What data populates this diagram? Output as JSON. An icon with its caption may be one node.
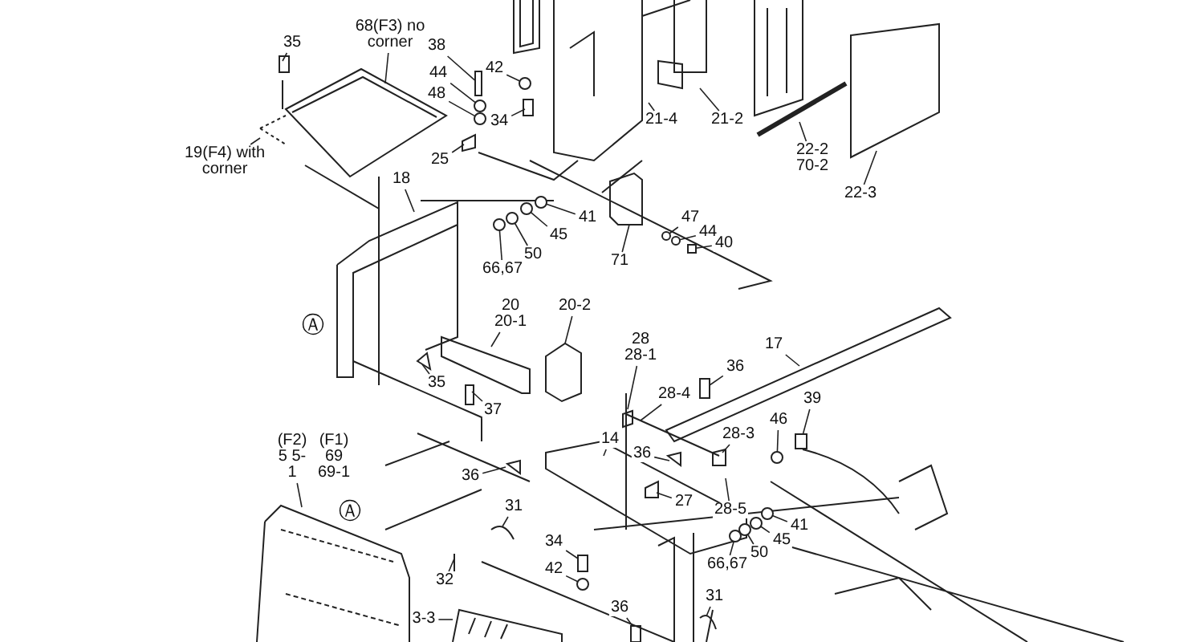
{
  "diagram": {
    "nodes": [
      {
        "text": [
          "35"
        ]
      },
      {
        "text": [
          "68(F3) no corner"
        ]
      },
      {
        "text": [
          "38"
        ]
      },
      {
        "text": [
          "42"
        ]
      },
      {
        "text": [
          "44"
        ]
      },
      {
        "text": [
          "48"
        ]
      },
      {
        "text": [
          "34"
        ]
      },
      {
        "text": [
          "19(F4) with corner"
        ]
      },
      {
        "text": [
          "25"
        ]
      },
      {
        "text": [
          "21-4"
        ]
      },
      {
        "text": [
          "21-2"
        ]
      },
      {
        "text": [
          "22-2 70-2"
        ]
      },
      {
        "text": [
          "22-3"
        ]
      },
      {
        "text": [
          "18"
        ]
      },
      {
        "text": [
          "41"
        ]
      },
      {
        "text": [
          "45"
        ]
      },
      {
        "text": [
          "50"
        ]
      },
      {
        "text": [
          "66,67"
        ]
      },
      {
        "text": [
          "71"
        ]
      },
      {
        "text": [
          "47"
        ]
      },
      {
        "text": [
          "44"
        ]
      },
      {
        "text": [
          "40"
        ]
      },
      {
        "text": [
          "20 20-1"
        ]
      },
      {
        "text": [
          "20-2"
        ]
      },
      {
        "text": [
          "35"
        ]
      },
      {
        "text": [
          "37"
        ]
      },
      {
        "text": [
          "28 28-1"
        ]
      },
      {
        "text": [
          "17"
        ]
      },
      {
        "text": [
          "36"
        ]
      },
      {
        "text": [
          "28-4"
        ]
      },
      {
        "text": [
          "14"
        ]
      },
      {
        "text": [
          "36"
        ]
      },
      {
        "text": [
          "28-3"
        ]
      },
      {
        "text": [
          "46"
        ]
      },
      {
        "text": [
          "39"
        ]
      },
      {
        "text": [
          "27"
        ]
      },
      {
        "text": [
          "(F2) 5 5-1"
        ]
      },
      {
        "text": [
          "(F1) 69 69-1"
        ]
      },
      {
        "text": [
          "36"
        ]
      },
      {
        "text": [
          "31"
        ]
      },
      {
        "text": [
          "28-5"
        ]
      },
      {
        "text": [
          "41"
        ]
      },
      {
        "text": [
          "45"
        ]
      },
      {
        "text": [
          "50"
        ]
      },
      {
        "text": [
          "66,67"
        ]
      },
      {
        "text": [
          "34"
        ]
      },
      {
        "text": [
          "42"
        ]
      },
      {
        "text": [
          "32"
        ]
      },
      {
        "text": [
          "31"
        ]
      },
      {
        "text": [
          "3-3"
        ]
      },
      {
        "text": [
          "36"
        ]
      },
      {
        "text": [],
        "shape": "box"
      },
      {
        "text": [],
        "shape": "circle"
      },
      {
        "text": [],
        "shape": "circle"
      },
      {
        "text": [],
        "shape": "circle"
      },
      {
        "text": [],
        "shape": "circle"
      },
      {
        "text": [],
        "shape": "circle"
      },
      {
        "text": [],
        "shape": "circle"
      },
      {
        "text": [],
        "shape": "circle"
      },
      {
        "text": [],
        "shape": "circle"
      },
      {
        "text": [],
        "shape": "circle"
      },
      {
        "text": [],
        "shape": "box"
      },
      {
        "text": [],
        "shape": "circle"
      },
      {
        "text": [],
        "shape": "box"
      },
      {
        "text": [],
        "shape": "circle"
      },
      {
        "text": [],
        "shape": "circle"
      },
      {
        "text": [],
        "shape": "circle"
      },
      {
        "text": [],
        "shape": "circle"
      },
      {
        "text": [],
        "shape": "circle"
      }
    ],
    "edges": [
      {
        "from": 0,
        "to": null,
        "arrow": "none"
      },
      {
        "from": 1,
        "to": null,
        "arrow": "none"
      },
      {
        "from": 2,
        "to": 51,
        "arrow": "none"
      },
      {
        "from": 3,
        "to": 52,
        "arrow": "none"
      },
      {
        "from": 4,
        "to": 53,
        "arrow": "none"
      },
      {
        "from": 5,
        "to": 54,
        "arrow": "none"
      },
      {
        "from": 6,
        "to": null,
        "arrow": "none"
      },
      {
        "from": 7,
        "to": null,
        "arrow": "none"
      },
      {
        "from": 8,
        "to": null,
        "arrow": "none"
      },
      {
        "from": 9,
        "to": null,
        "arrow": "none"
      },
      {
        "from": 10,
        "to": null,
        "arrow": "none"
      },
      {
        "from": 11,
        "to": null,
        "arrow": "none"
      },
      {
        "from": 12,
        "to": null,
        "arrow": "none"
      },
      {
        "from": 13,
        "to": null,
        "arrow": "none"
      },
      {
        "from": 14,
        "to": 55,
        "arrow": "none"
      },
      {
        "from": 15,
        "to": 56,
        "arrow": "none"
      },
      {
        "from": 16,
        "to": 57,
        "arrow": "none"
      },
      {
        "from": 17,
        "to": 58,
        "arrow": "none"
      },
      {
        "from": 18,
        "to": null,
        "arrow": "none"
      },
      {
        "from": 19,
        "to": 59,
        "arrow": "none"
      },
      {
        "from": 20,
        "to": 60,
        "arrow": "none"
      },
      {
        "from": 21,
        "to": 61,
        "arrow": "none"
      },
      {
        "from": 22,
        "to": null,
        "arrow": "none"
      },
      {
        "from": 23,
        "to": null,
        "arrow": "none"
      },
      {
        "from": 24,
        "to": null,
        "arrow": "none"
      },
      {
        "from": 25,
        "to": null,
        "arrow": "none"
      },
      {
        "from": 26,
        "to": null,
        "arrow": "none"
      },
      {
        "from": 27,
        "to": null,
        "arrow": "none"
      },
      {
        "from": 28,
        "to": null,
        "arrow": "none"
      },
      {
        "from": 29,
        "to": null,
        "arrow": "none"
      },
      {
        "from": 30,
        "to": null,
        "arrow": "none"
      },
      {
        "from": 31,
        "to": null,
        "arrow": "none"
      },
      {
        "from": 32,
        "to": null,
        "arrow": "none"
      },
      {
        "from": 33,
        "to": 62,
        "arrow": "none"
      },
      {
        "from": 34,
        "to": 63,
        "arrow": "none"
      },
      {
        "from": 35,
        "to": null,
        "arrow": "none"
      },
      {
        "from": 36,
        "to": null,
        "arrow": "none"
      },
      {
        "from": 38,
        "to": null,
        "arrow": "none"
      },
      {
        "from": 39,
        "to": null,
        "arrow": "none"
      },
      {
        "from": 40,
        "to": null,
        "arrow": "none"
      },
      {
        "from": 41,
        "to": 64,
        "arrow": "none"
      },
      {
        "from": 42,
        "to": 65,
        "arrow": "none"
      },
      {
        "from": 43,
        "to": 66,
        "arrow": "none"
      },
      {
        "from": 44,
        "to": 67,
        "arrow": "none"
      },
      {
        "from": 45,
        "to": null,
        "arrow": "none"
      },
      {
        "from": 46,
        "to": 68,
        "arrow": "none"
      },
      {
        "from": 47,
        "to": null,
        "arrow": "none"
      },
      {
        "from": 48,
        "to": null,
        "arrow": "none"
      },
      {
        "from": 49,
        "to": null,
        "arrow": "none"
      },
      {
        "from": 50,
        "to": null,
        "arrow": "none"
      }
    ],
    "labels": [
      "Ⓐ",
      "Ⓐ"
    ]
  }
}
